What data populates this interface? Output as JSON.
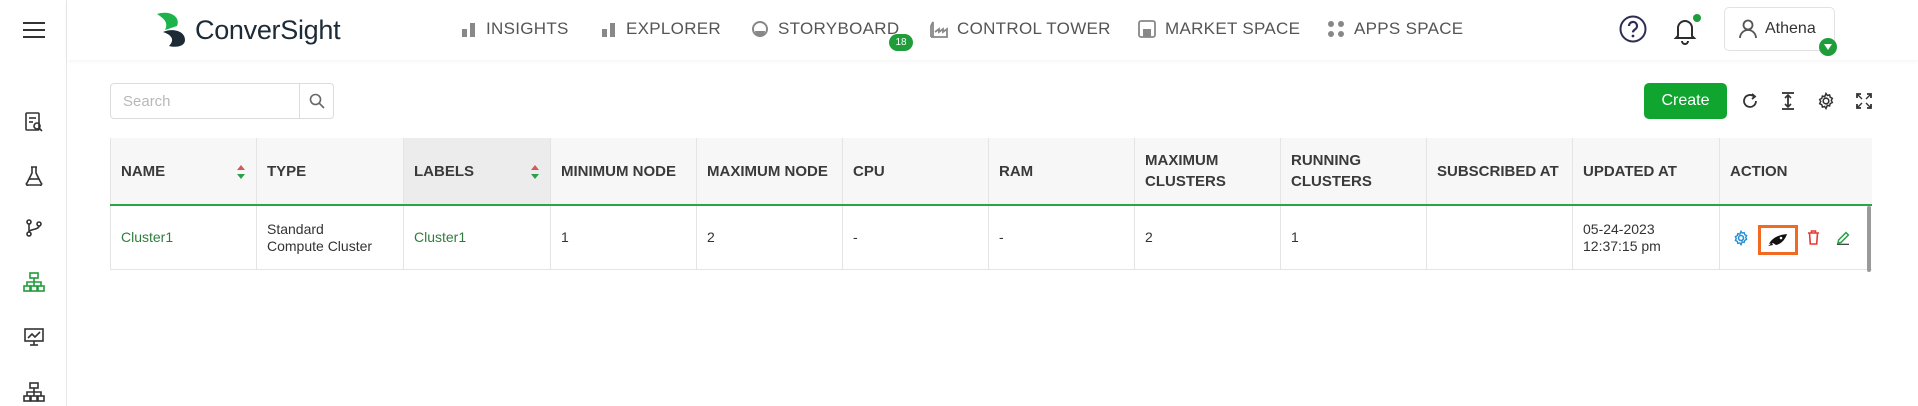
{
  "header": {
    "logo_text": "ConverSight",
    "nav": [
      {
        "label": "INSIGHTS",
        "icon": "bar-chart-icon"
      },
      {
        "label": "EXPLORER",
        "icon": "bar-chart-icon"
      },
      {
        "label": "STORYBOARD",
        "icon": "storyboard-icon",
        "badge": "18"
      },
      {
        "label": "CONTROL TOWER",
        "icon": "factory-icon"
      },
      {
        "label": "MARKET SPACE",
        "icon": "store-icon"
      },
      {
        "label": "APPS SPACE",
        "icon": "grid-icon"
      }
    ],
    "user_name": "Athena"
  },
  "toolbar": {
    "search_placeholder": "Search",
    "create_label": "Create"
  },
  "table": {
    "columns": [
      "NAME",
      "TYPE",
      "LABELS",
      "MINIMUM NODE",
      "MAXIMUM NODE",
      "CPU",
      "RAM",
      "MAXIMUM CLUSTERS",
      "RUNNING CLUSTERS",
      "SUBSCRIBED AT",
      "UPDATED AT",
      "ACTION"
    ],
    "rows": [
      {
        "name": "Cluster1",
        "type": "Standard Compute Cluster",
        "labels": "Cluster1",
        "min_node": "1",
        "max_node": "2",
        "cpu": "-",
        "ram": "-",
        "max_clusters": "2",
        "running_clusters": "1",
        "subscribed_at": "",
        "updated_at": "05-24-2023 12:37:15 pm"
      }
    ]
  },
  "colors": {
    "accent_green": "#0fa52e",
    "highlight_orange": "#f26a21",
    "delete_red": "#e53935",
    "settings_blue": "#2a8fd6"
  }
}
